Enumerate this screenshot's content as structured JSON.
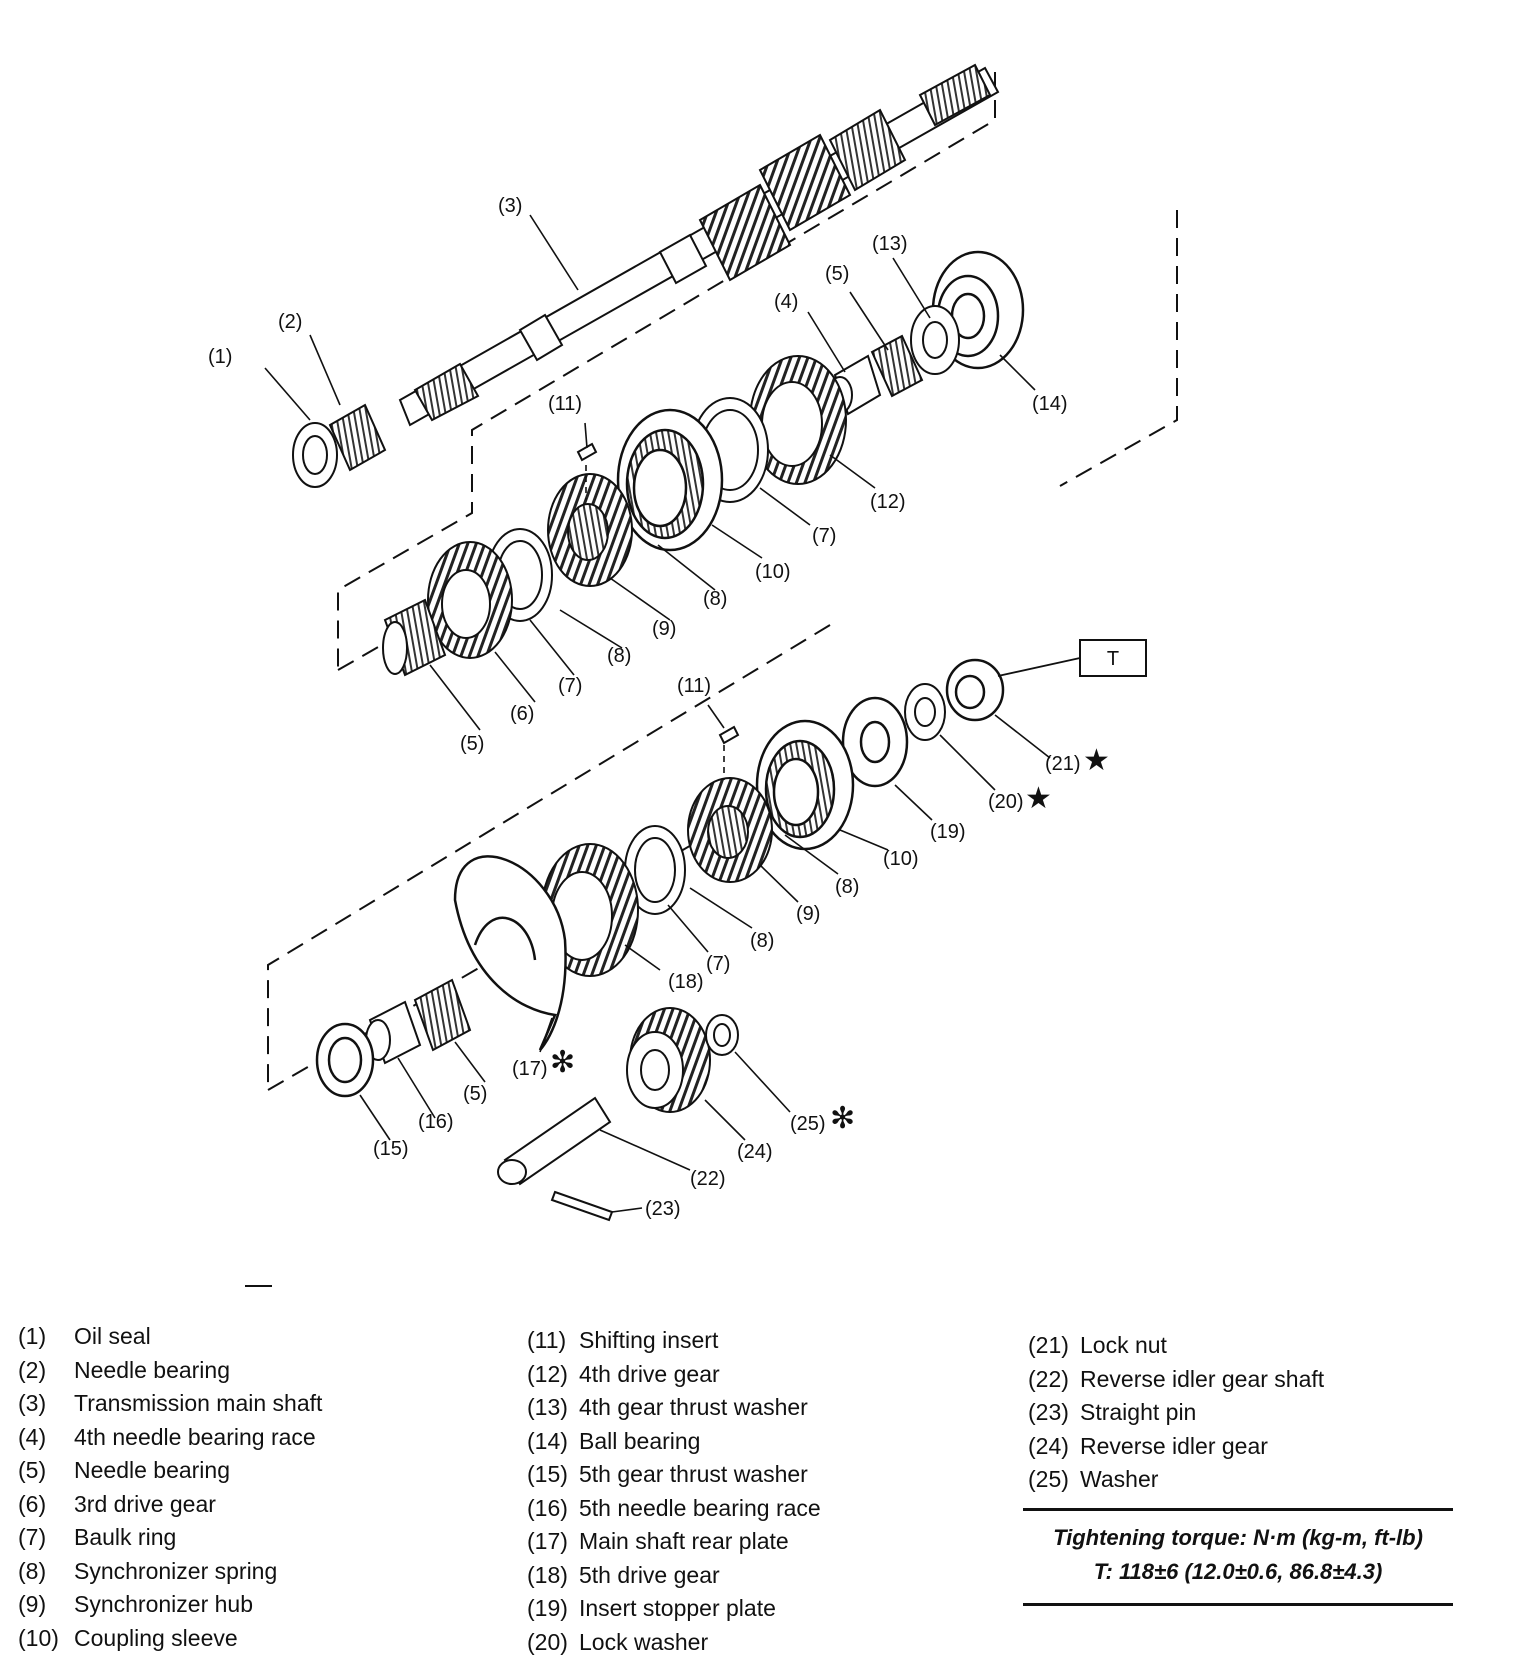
{
  "diagram": {
    "callouts": [
      {
        "id": "c1",
        "text": "(1)"
      },
      {
        "id": "c2",
        "text": "(2)"
      },
      {
        "id": "c3",
        "text": "(3)"
      },
      {
        "id": "c4",
        "text": "(4)"
      },
      {
        "id": "c5a",
        "text": "(5)"
      },
      {
        "id": "c13",
        "text": "(13)"
      },
      {
        "id": "c14",
        "text": "(14)"
      },
      {
        "id": "c12",
        "text": "(12)"
      },
      {
        "id": "c7a",
        "text": "(7)"
      },
      {
        "id": "c10a",
        "text": "(10)"
      },
      {
        "id": "c11a",
        "text": "(11)"
      },
      {
        "id": "c8a",
        "text": "(8)"
      },
      {
        "id": "c9a",
        "text": "(9)"
      },
      {
        "id": "c8b",
        "text": "(8)"
      },
      {
        "id": "c7b",
        "text": "(7)"
      },
      {
        "id": "c6",
        "text": "(6)"
      },
      {
        "id": "c5b",
        "text": "(5)"
      },
      {
        "id": "c11b",
        "text": "(11)"
      },
      {
        "id": "c21",
        "text": "(21)"
      },
      {
        "id": "c20",
        "text": "(20)"
      },
      {
        "id": "c19",
        "text": "(19)"
      },
      {
        "id": "c10b",
        "text": "(10)"
      },
      {
        "id": "c8c",
        "text": "(8)"
      },
      {
        "id": "c9b",
        "text": "(9)"
      },
      {
        "id": "c8d",
        "text": "(8)"
      },
      {
        "id": "c7c",
        "text": "(7)"
      },
      {
        "id": "c18",
        "text": "(18)"
      },
      {
        "id": "c17",
        "text": "(17)"
      },
      {
        "id": "c5c",
        "text": "(5)"
      },
      {
        "id": "c16",
        "text": "(16)"
      },
      {
        "id": "c15",
        "text": "(15)"
      },
      {
        "id": "c24",
        "text": "(24)"
      },
      {
        "id": "c25",
        "text": "(25)"
      },
      {
        "id": "c22",
        "text": "(22)"
      },
      {
        "id": "c23",
        "text": "(23)"
      }
    ],
    "torque_box_label": "T",
    "star_symbol": "★",
    "asterisk_symbol": "✻"
  },
  "legend": {
    "col1": [
      {
        "num": "(1)",
        "label": "Oil seal"
      },
      {
        "num": "(2)",
        "label": "Needle bearing"
      },
      {
        "num": "(3)",
        "label": "Transmission main shaft"
      },
      {
        "num": "(4)",
        "label": "4th needle bearing race"
      },
      {
        "num": "(5)",
        "label": "Needle bearing"
      },
      {
        "num": "(6)",
        "label": "3rd drive gear"
      },
      {
        "num": "(7)",
        "label": "Baulk ring"
      },
      {
        "num": "(8)",
        "label": "Synchronizer spring"
      },
      {
        "num": "(9)",
        "label": "Synchronizer hub"
      },
      {
        "num": "(10)",
        "label": "Coupling sleeve"
      }
    ],
    "col2": [
      {
        "num": "(11)",
        "label": "Shifting insert"
      },
      {
        "num": "(12)",
        "label": "4th drive gear"
      },
      {
        "num": "(13)",
        "label": "4th gear thrust washer"
      },
      {
        "num": "(14)",
        "label": "Ball bearing"
      },
      {
        "num": "(15)",
        "label": "5th gear thrust washer"
      },
      {
        "num": "(16)",
        "label": "5th needle bearing race"
      },
      {
        "num": "(17)",
        "label": "Main shaft rear plate"
      },
      {
        "num": "(18)",
        "label": "5th drive gear"
      },
      {
        "num": "(19)",
        "label": "Insert stopper plate"
      },
      {
        "num": "(20)",
        "label": "Lock washer"
      }
    ],
    "col3": [
      {
        "num": "(21)",
        "label": "Lock nut"
      },
      {
        "num": "(22)",
        "label": "Reverse idler gear shaft"
      },
      {
        "num": "(23)",
        "label": "Straight pin"
      },
      {
        "num": "(24)",
        "label": "Reverse idler gear"
      },
      {
        "num": "(25)",
        "label": "Washer"
      }
    ]
  },
  "torque": {
    "heading": "Tightening torque: N·m (kg-m, ft-lb)",
    "value": "T: 118±6 (12.0±0.6, 86.8±4.3)"
  }
}
